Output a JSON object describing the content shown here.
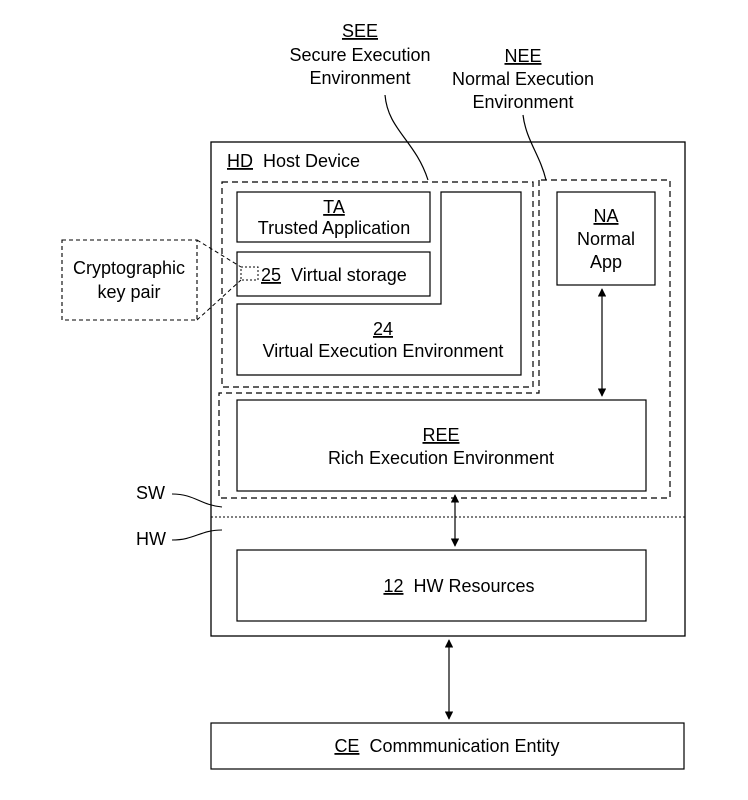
{
  "see": {
    "ref": "SEE",
    "line1": "Secure Execution",
    "line2": "Environment"
  },
  "nee": {
    "ref": "NEE",
    "line1": "Normal Execution",
    "line2": "Environment"
  },
  "host_device": {
    "ref": "HD",
    "name": "Host Device"
  },
  "trusted_application": {
    "ref": "TA",
    "name": "Trusted Application"
  },
  "virtual_storage": {
    "ref": "25",
    "name": "Virtual storage"
  },
  "virtual_execution_environment": {
    "ref": "24",
    "name": "Virtual Execution Environment"
  },
  "normal_app": {
    "ref": "NA",
    "line1": "Normal",
    "line2": "App"
  },
  "ree": {
    "ref": "REE",
    "name": "Rich Execution Environment"
  },
  "hw_resources": {
    "ref": "12",
    "name": "HW Resources"
  },
  "communication_entity": {
    "ref": "CE",
    "name": "Commmunication Entity"
  },
  "cryptographic_key_pair": {
    "line1": "Cryptographic",
    "line2": "key pair"
  },
  "sw_label": "SW",
  "hw_label": "HW"
}
